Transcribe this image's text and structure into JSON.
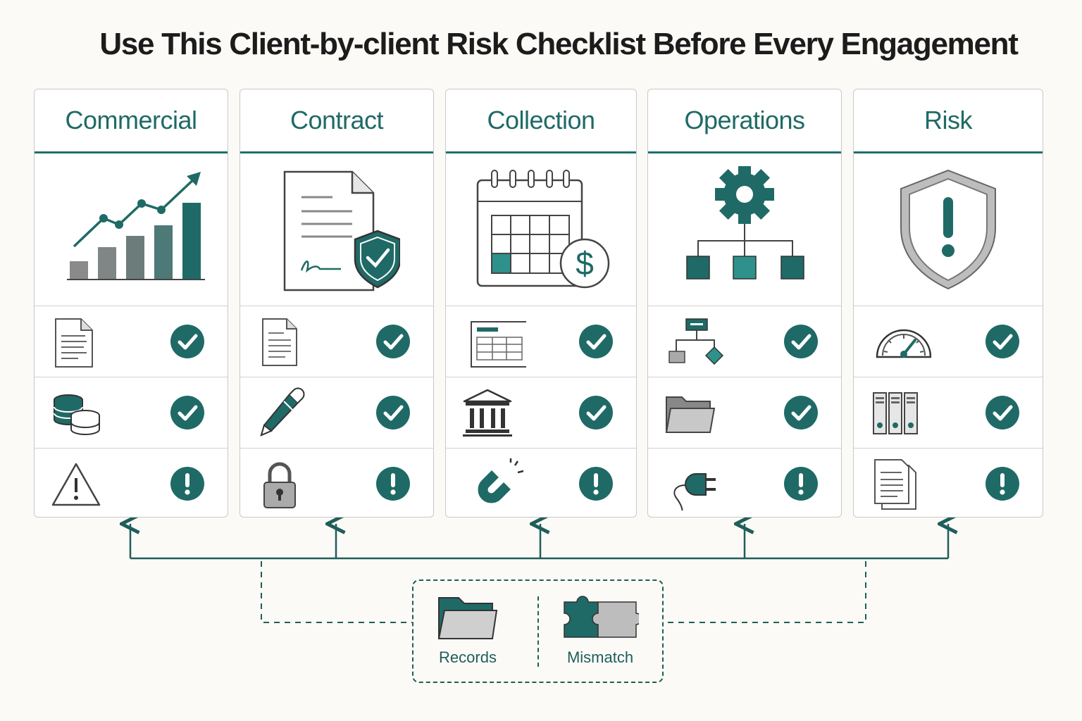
{
  "title": "Use This Client-by-client Risk Checklist Before Every Engagement",
  "colors": {
    "teal": "#1f6a66",
    "teal_light": "#2e918b",
    "gray": "#888888",
    "line": "#1f5e5a"
  },
  "columns": [
    {
      "heading": "Commercial",
      "hero_icon": "growth-chart-icon",
      "rows": [
        {
          "icon": "document-icon",
          "status": "check"
        },
        {
          "icon": "coins-stack-icon",
          "status": "check"
        },
        {
          "icon": "warning-triangle-icon",
          "status": "alert"
        }
      ]
    },
    {
      "heading": "Contract",
      "hero_icon": "signed-contract-shield-icon",
      "rows": [
        {
          "icon": "document-icon",
          "status": "check"
        },
        {
          "icon": "pen-icon",
          "status": "check"
        },
        {
          "icon": "padlock-icon",
          "status": "alert"
        }
      ]
    },
    {
      "heading": "Collection",
      "hero_icon": "calendar-dollar-icon",
      "rows": [
        {
          "icon": "spreadsheet-icon",
          "status": "check"
        },
        {
          "icon": "bank-icon",
          "status": "check"
        },
        {
          "icon": "magnet-icon",
          "status": "alert"
        }
      ]
    },
    {
      "heading": "Operations",
      "hero_icon": "gear-hierarchy-icon",
      "rows": [
        {
          "icon": "flowchart-icon",
          "status": "check"
        },
        {
          "icon": "folder-icon",
          "status": "check"
        },
        {
          "icon": "plug-icon",
          "status": "alert"
        }
      ]
    },
    {
      "heading": "Risk",
      "hero_icon": "shield-alert-icon",
      "rows": [
        {
          "icon": "gauge-icon",
          "status": "check"
        },
        {
          "icon": "binders-icon",
          "status": "check"
        },
        {
          "icon": "documents-stack-icon",
          "status": "alert"
        }
      ]
    }
  ],
  "legend": {
    "records_label": "Records",
    "mismatch_label": "Mismatch"
  }
}
